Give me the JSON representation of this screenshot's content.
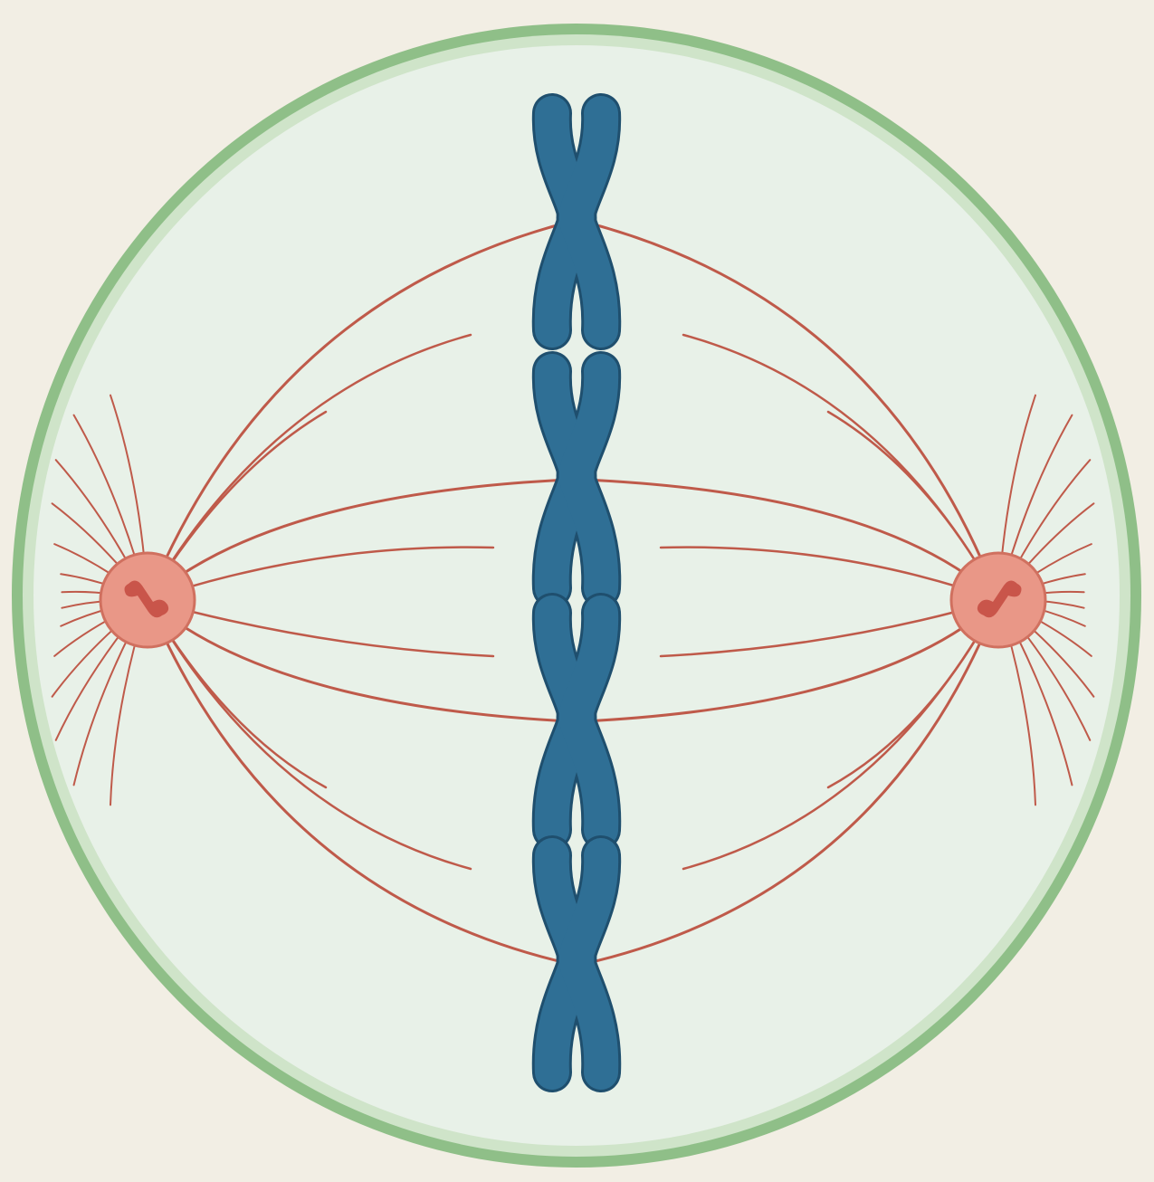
{
  "diagram": {
    "kind": "cell-division-metaphase",
    "labels": [],
    "colors": {
      "background": "#f2eee4",
      "cytoplasm": "#e8f1e8",
      "membrane_outer": "#8fbf88",
      "membrane_inner": "#cfe4c9",
      "chromosome": "#2f6f95",
      "chromosome_outline": "#1f4f6e",
      "spindle": "#bf5a4a",
      "centrosome": "#e99787",
      "centrosome_outline": "#d0705f",
      "centriole": "#c9554a"
    },
    "structures": {
      "cell_membrane": "cell-membrane",
      "metaphase_plate_chromosomes": 4,
      "spindle_poles": 2
    }
  }
}
